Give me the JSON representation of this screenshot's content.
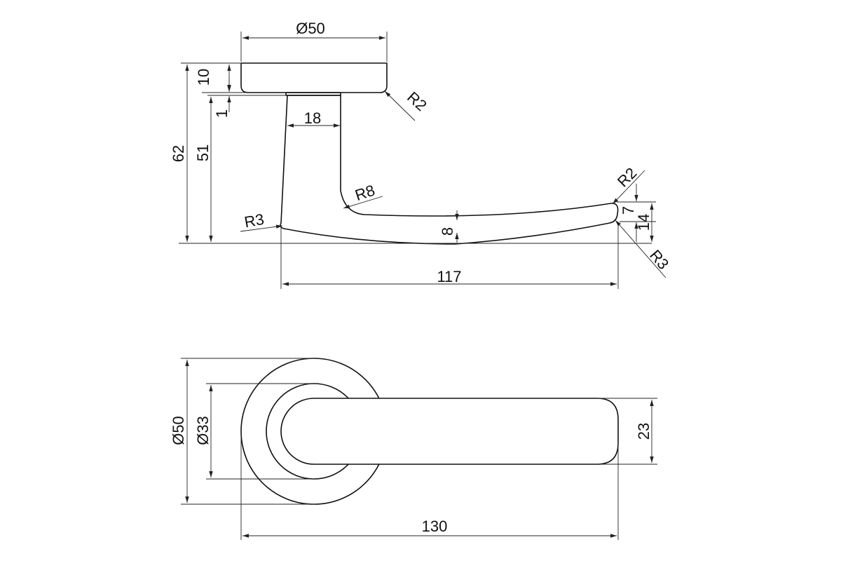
{
  "side_view": {
    "rose_diameter": "Ø50",
    "rose_thickness": "10",
    "gap": "1",
    "neck_width": "18",
    "total_height": "62",
    "lever_height": "51",
    "rose_edge_radius": "R2",
    "inner_bend_radius": "R8",
    "heel_radius": "R3",
    "tip_top_radius": "R2",
    "tip_bottom_radius": "R3",
    "grip_thickness": "8",
    "tip_thickness": "7",
    "tip_height": "14",
    "projection": "117"
  },
  "top_view": {
    "rose_diameter": "Ø50",
    "inner_diameter": "Ø33",
    "grip_width": "23",
    "overall_length": "130"
  }
}
